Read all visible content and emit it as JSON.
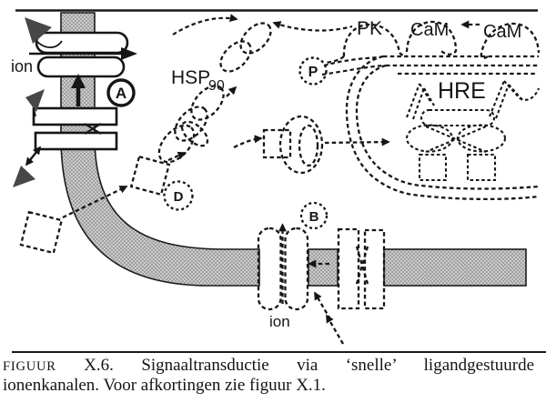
{
  "diagram": {
    "labels": {
      "ion_top": "ion",
      "hsp": "HSP",
      "hsp_subscript": "90",
      "protein_kinase": "PK",
      "calmodulin_1": "CaM",
      "calmodulin_2": "CaM",
      "hre": "HRE",
      "phosphate": "P",
      "marker_a": "A",
      "marker_b": "B",
      "marker_d": "D",
      "ion_bottom": "ion"
    },
    "colors": {
      "ink": "#161616",
      "membrane_base": "#cbcbcb",
      "membrane_dot": "#8e8e8e",
      "ligand_triangle": "#474747",
      "background": "#ffffff"
    }
  },
  "caption": {
    "figure_label": "FIGUUR",
    "figure_number": "X.6.",
    "line1_rest": "Signaaltransductie via ‘snelle’ ligandgestuurde",
    "line2": "ionenkanalen. Voor afkortingen zie figuur X.1."
  }
}
